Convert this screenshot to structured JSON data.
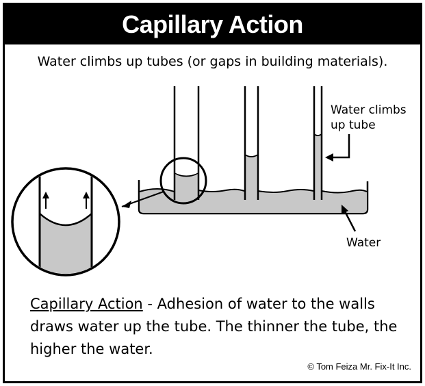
{
  "title": "Capillary Action",
  "subtitle": "Water climbs up tubes (or gaps in building materials).",
  "labels": {
    "tube_label": "Water climbs up tube",
    "water_label": "Water"
  },
  "description": {
    "term": "Capillary Action",
    "text": " - Adhesion of water to the walls draws water up the tube.  The thinner the tube, the higher the water."
  },
  "copyright": "© Tom Feiza Mr. Fix-It Inc.",
  "colors": {
    "water": "#c8c8c8",
    "ink": "#000000",
    "title_bg": "#000000"
  }
}
